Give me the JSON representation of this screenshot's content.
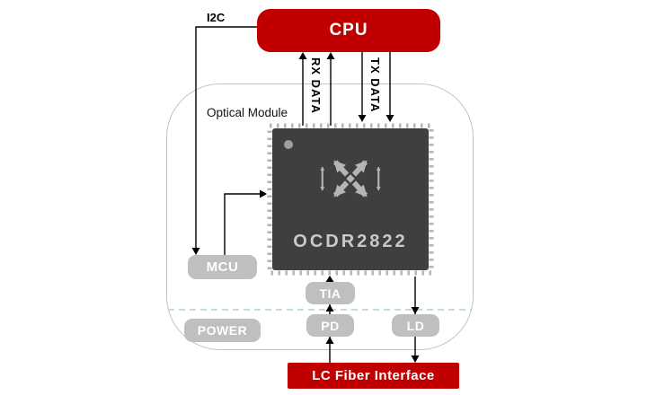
{
  "diagram": {
    "external": {
      "cpu": "CPU",
      "fiber": "LC Fiber Interface"
    },
    "buses": {
      "i2c": "I2C",
      "rx": "RX DATA",
      "tx": "TX DATA"
    },
    "module": {
      "title": "Optical Module",
      "chip": "OCDR2822",
      "mcu": "MCU",
      "tia": "TIA",
      "power": "POWER",
      "pd": "PD",
      "ld": "LD"
    },
    "colors": {
      "accent_red": "#c00000",
      "block_gray": "#bfbfbf",
      "chip_body": "#3f3f3f",
      "chip_text": "#c9c9c9",
      "module_border": "#c3c3c3",
      "boundary_dash_blue": "#a7d3e2",
      "connector": "#000000"
    }
  }
}
